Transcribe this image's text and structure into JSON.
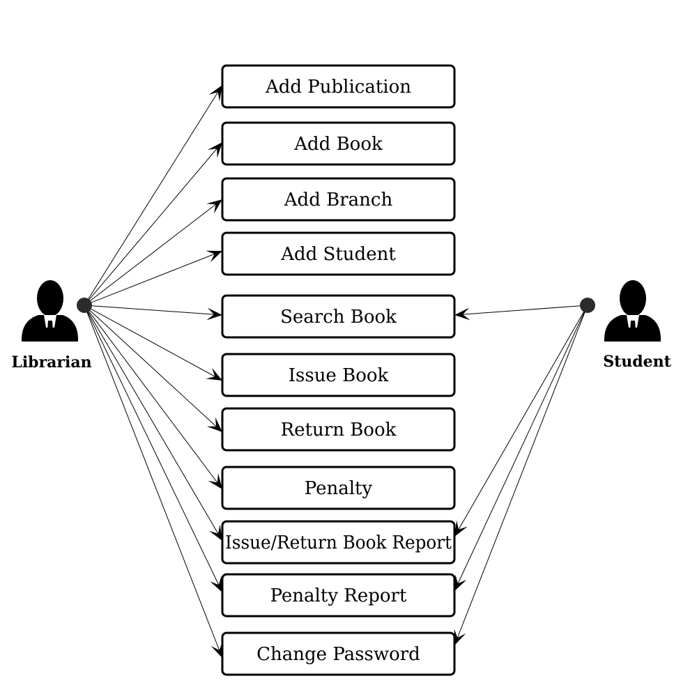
{
  "actors": {
    "librarian": {
      "name": "Librarian",
      "icon": "person-icon"
    },
    "student": {
      "name": "Student",
      "icon": "person-icon"
    }
  },
  "use_cases": [
    {
      "label": "Add Publication"
    },
    {
      "label": "Add Book"
    },
    {
      "label": "Add Branch"
    },
    {
      "label": "Add Student"
    },
    {
      "label": "Search Book"
    },
    {
      "label": "Issue Book"
    },
    {
      "label": "Return Book"
    },
    {
      "label": "Penalty"
    },
    {
      "label": "Issue/Return Book Report"
    },
    {
      "label": "Penalty Report"
    },
    {
      "label": "Change Password"
    }
  ],
  "associations": {
    "librarian": [
      0,
      1,
      2,
      3,
      4,
      5,
      6,
      7,
      8,
      9,
      10
    ],
    "student": [
      4,
      8,
      9,
      10
    ]
  },
  "colors": {
    "line": "#000000",
    "node": "#2b2b2b",
    "box_border": "#000000"
  }
}
